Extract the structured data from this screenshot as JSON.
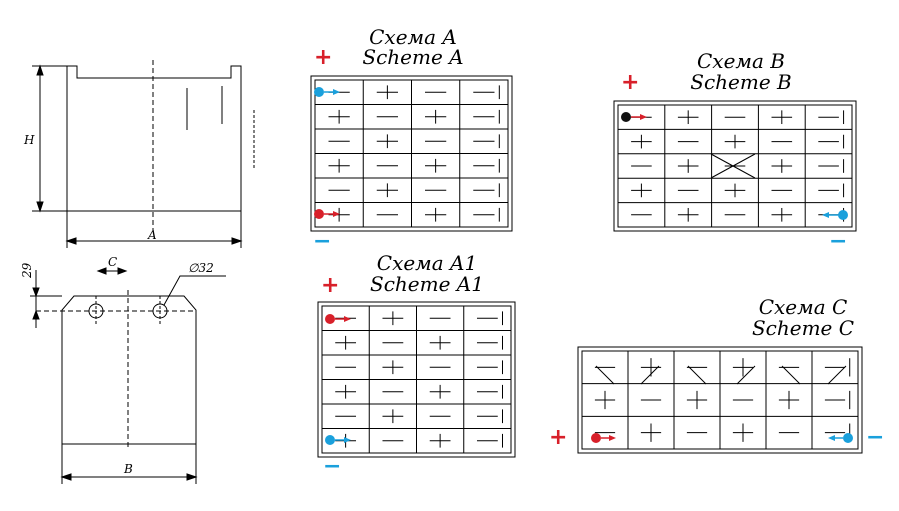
{
  "colors": {
    "plus": "#d8202a",
    "minus": "#1aa0dc",
    "neutral_dot": "#111111",
    "line": "#000000"
  },
  "dims": {
    "height": "H",
    "width_a": "A",
    "width_b": "B",
    "spacing_c": "C",
    "hole": "∅32",
    "offset": "29"
  },
  "schemes": [
    {
      "id": "A",
      "title_ru": "Схема A",
      "title_en": "Scheme A",
      "plus": "+",
      "minus": "−"
    },
    {
      "id": "B",
      "title_ru": "Схема B",
      "title_en": "Scheme B",
      "plus": "+",
      "minus": "−"
    },
    {
      "id": "A1",
      "title_ru": "Схема A1",
      "title_en": "Scheme A1",
      "plus": "+",
      "minus": "−"
    },
    {
      "id": "C",
      "title_ru": "Схема C",
      "title_en": "Scheme C",
      "plus": "+",
      "minus": "−"
    }
  ]
}
